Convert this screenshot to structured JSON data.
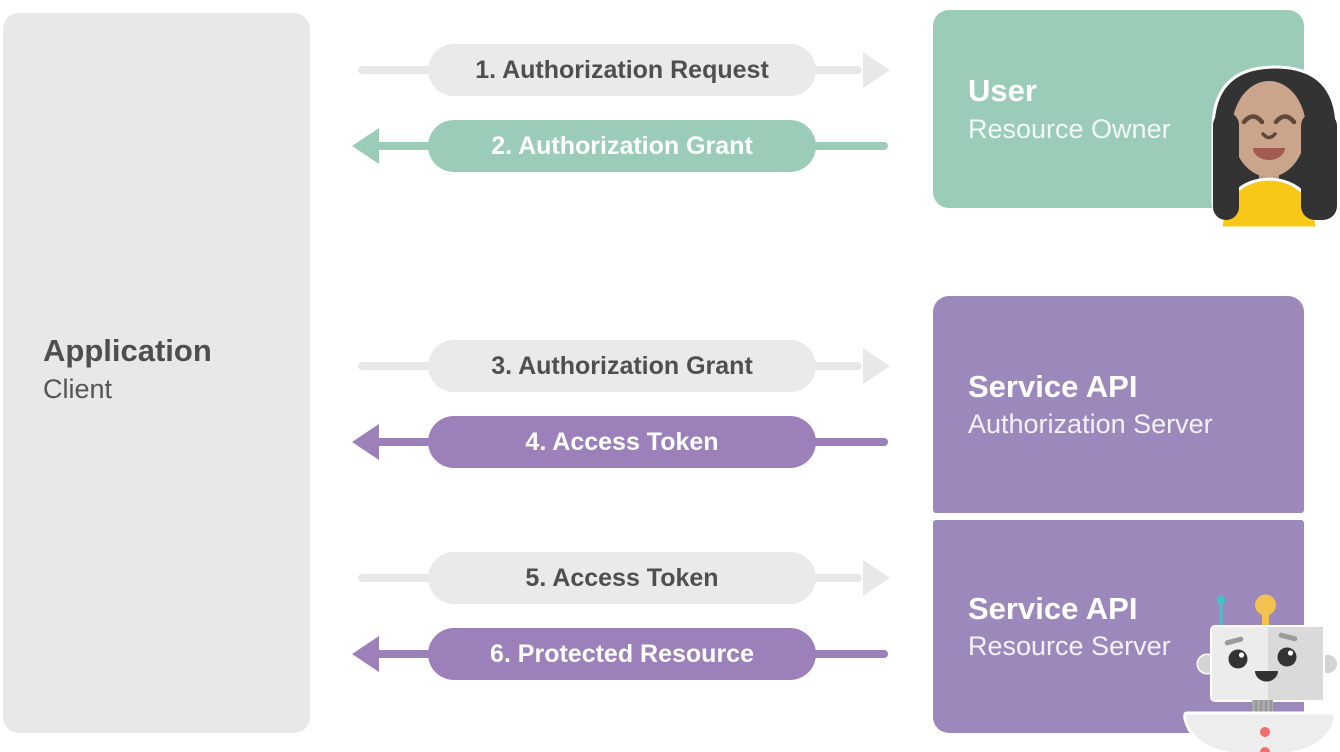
{
  "client": {
    "title": "Application",
    "subtitle": "Client"
  },
  "actors": {
    "user": {
      "title": "User",
      "subtitle": "Resource Owner"
    },
    "auth_server": {
      "title": "Service API",
      "subtitle": "Authorization Server"
    },
    "resource_server": {
      "title": "Service API",
      "subtitle": "Resource Server"
    }
  },
  "arrows": [
    {
      "step": 1,
      "label": "1. Authorization Request",
      "direction": "right",
      "style": "gray"
    },
    {
      "step": 2,
      "label": "2. Authorization Grant",
      "direction": "left",
      "style": "green"
    },
    {
      "step": 3,
      "label": "3. Authorization Grant",
      "direction": "right",
      "style": "gray"
    },
    {
      "step": 4,
      "label": "4. Access Token",
      "direction": "left",
      "style": "purple"
    },
    {
      "step": 5,
      "label": "5. Access Token",
      "direction": "right",
      "style": "gray"
    },
    {
      "step": 6,
      "label": "6. Protected Resource",
      "direction": "left",
      "style": "purple"
    }
  ],
  "icons": {
    "user": "woman-avatar",
    "resource_server": "robot-avatar"
  },
  "colors": {
    "neutral_box": "#e8e8e8",
    "neutral_pill": "#eaeaea",
    "green": "#9accb8",
    "purple_box": "#9d88bb",
    "purple_arrow": "#9b80b9",
    "dark_text": "#4e4e4e",
    "white_text": "#ffffff"
  }
}
